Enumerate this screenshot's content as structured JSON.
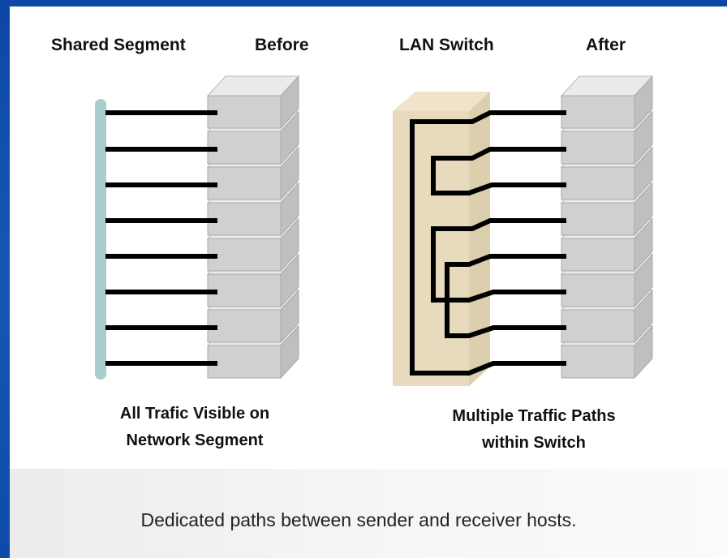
{
  "labels": {
    "shared_segment": "Shared Segment",
    "before": "Before",
    "lan_switch": "LAN Switch",
    "after": "After"
  },
  "captions": {
    "left_line1": "All Trafic Visible on",
    "left_line2": "Network Segment",
    "right_line1": "Multiple Traffic Paths",
    "right_line2": "within Switch",
    "main": "Dedicated paths between sender and receiver hosts."
  },
  "colors": {
    "background_blue": "#1656b6",
    "segment_bar": "#a9cccc",
    "switch_fill": "#e8dbbd",
    "host_face": "#cfcfcf",
    "host_top": "#e9e9e9",
    "host_side": "#bdbdbd",
    "cable": "#000000"
  },
  "hosts": {
    "before_count": 8,
    "after_count": 8
  }
}
